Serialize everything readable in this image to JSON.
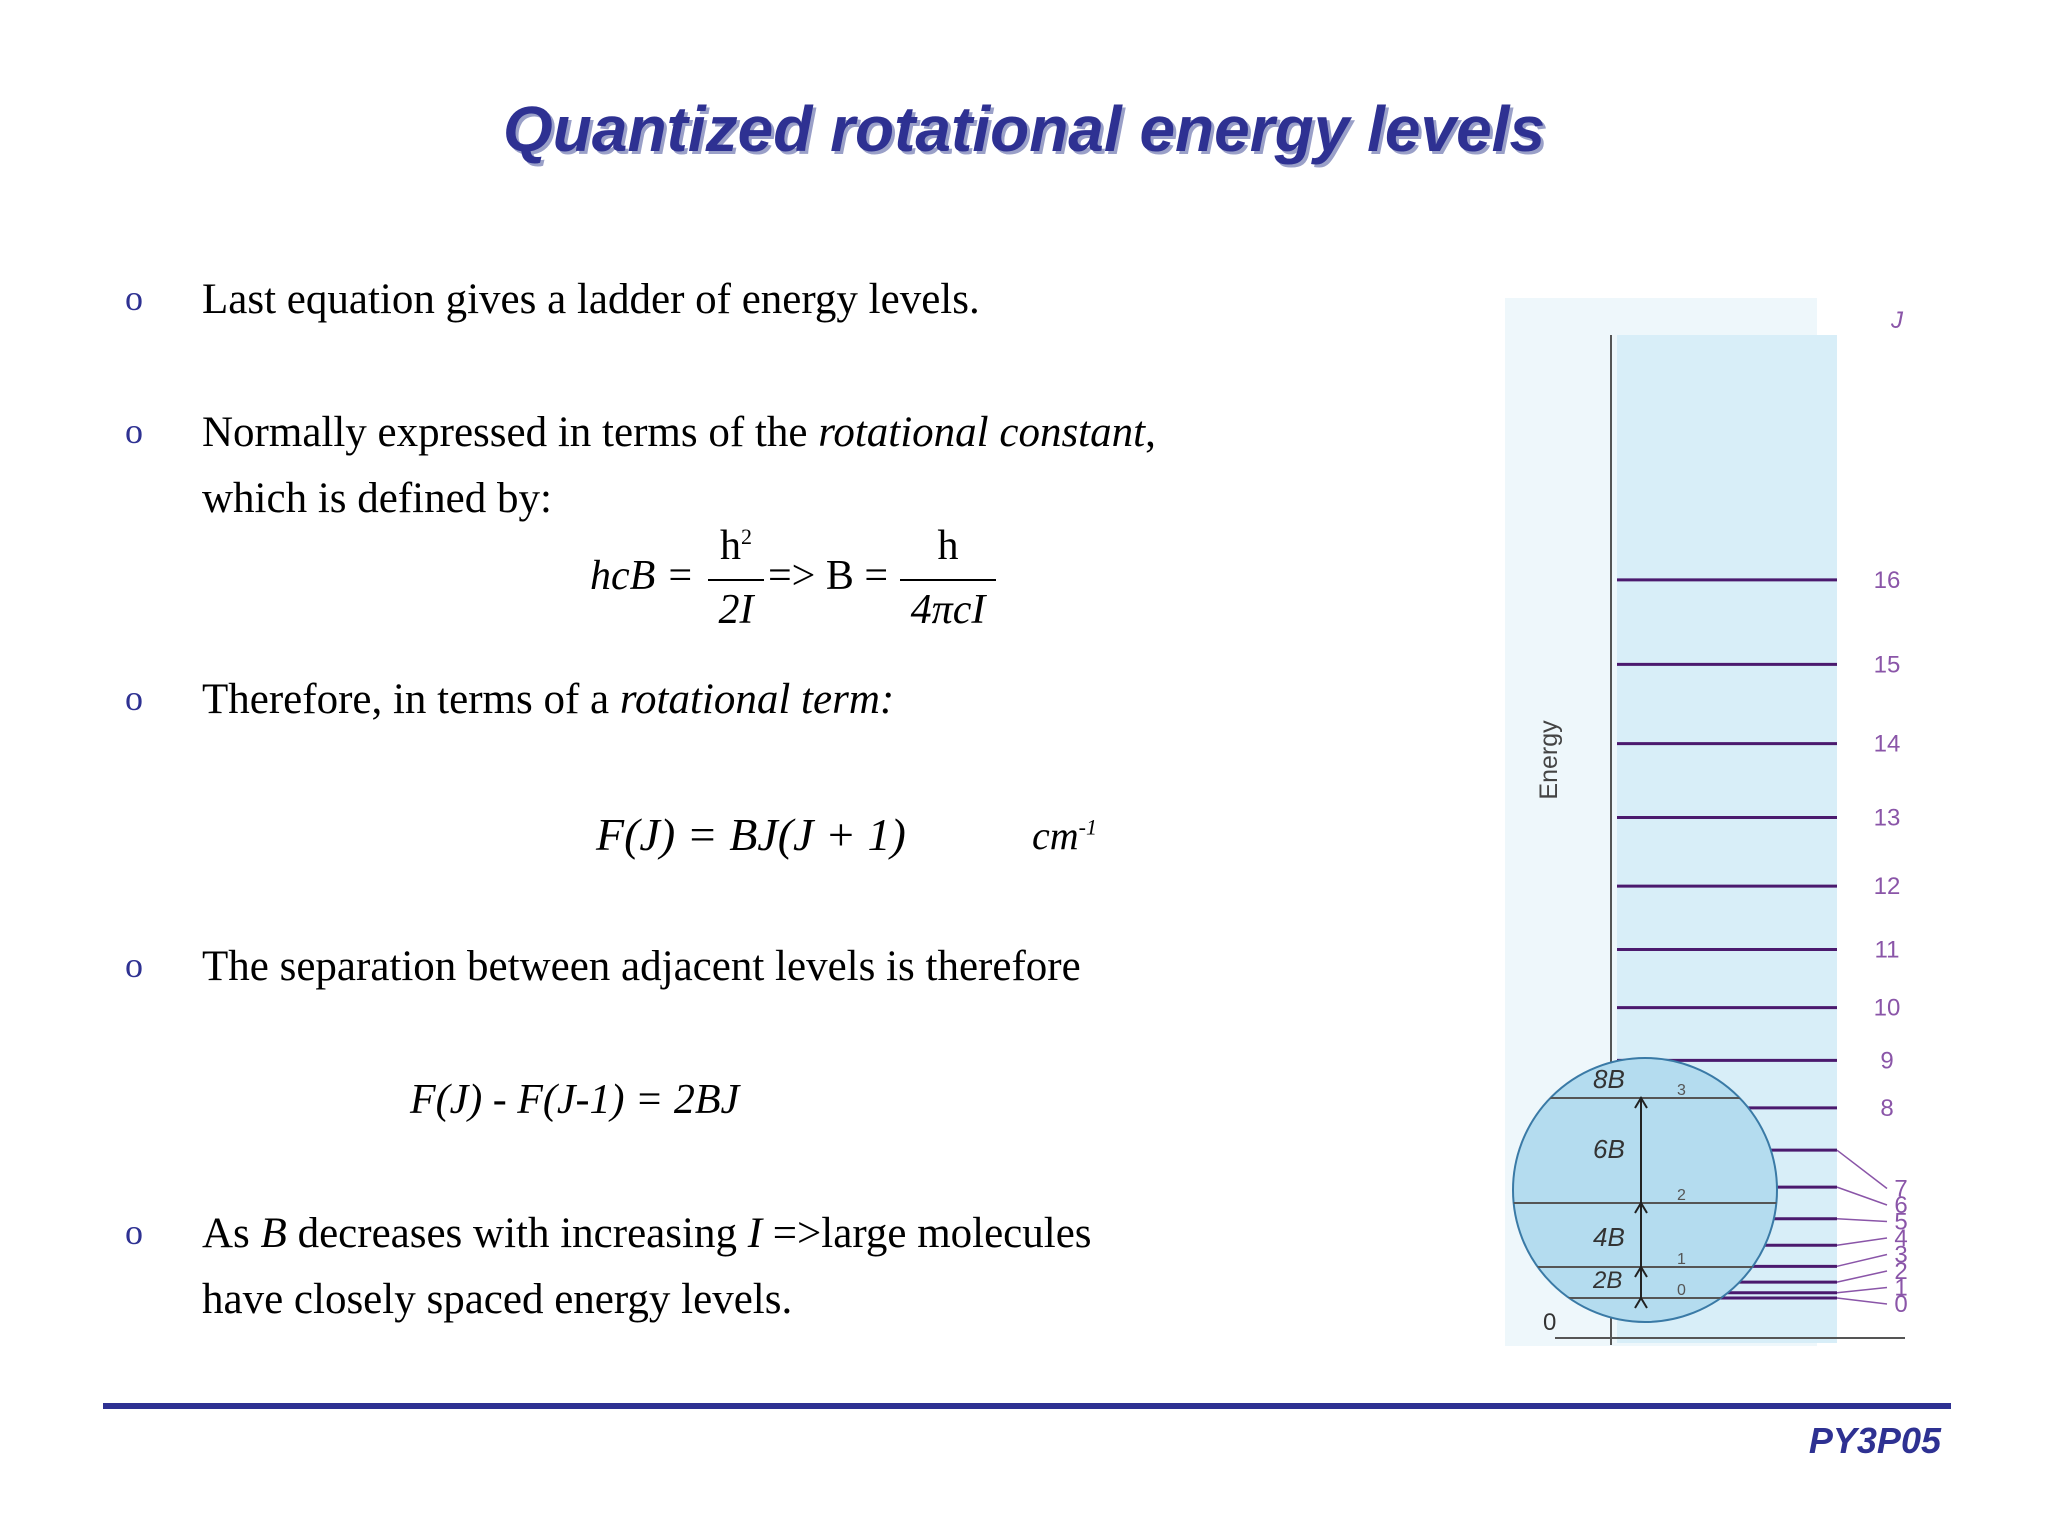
{
  "title": "Quantized rotational energy levels",
  "bullet_marker": "o",
  "bullets": {
    "b1": "Last equation gives a ladder of energy levels.",
    "b2_pre": "Normally expressed in terms of the ",
    "b2_em": "rotational constant",
    "b2_post": ",",
    "b2_line2": "which is defined by:",
    "b3_pre": "Therefore, in terms of a ",
    "b3_em": "rotational term:",
    "b4": "The separation between adjacent levels is therefore",
    "b5_pre": "As ",
    "b5_B": "B",
    "b5_mid": " decreases with increasing ",
    "b5_I": "I",
    "b5_post": " =>large molecules",
    "b5_line2": "have closely spaced energy levels."
  },
  "equations": {
    "eq1_lhs": "hcB =",
    "eq1_num1": "h",
    "eq1_sup": "2",
    "eq1_den1": "2I",
    "eq1_mid": "=> B =",
    "eq1_num2": "h",
    "eq1_den2": "4πcI",
    "eq2": "F(J) = BJ(J + 1)",
    "eq2_unit": "cm",
    "eq2_unit_sup": "-1",
    "eq3": "F(J) - F(J-1) = 2BJ"
  },
  "diagram": {
    "axis_label": "Energy",
    "j_header": "J",
    "zero_label": "0",
    "levels": [
      "16",
      "15",
      "14",
      "13",
      "12",
      "11",
      "10",
      "9",
      "8",
      "7",
      "6",
      "5",
      "4",
      "3",
      "2",
      "1",
      "0"
    ],
    "inset_spacings": [
      "8B",
      "6B",
      "4B",
      "2B"
    ],
    "inset_levels": [
      "3",
      "2",
      "1",
      "0"
    ],
    "colors": {
      "panel": "#d8eef8",
      "level_line": "#4b1a6e",
      "inset": "#b4dcef",
      "label": "#8a55a8"
    }
  },
  "footer": "PY3P05"
}
